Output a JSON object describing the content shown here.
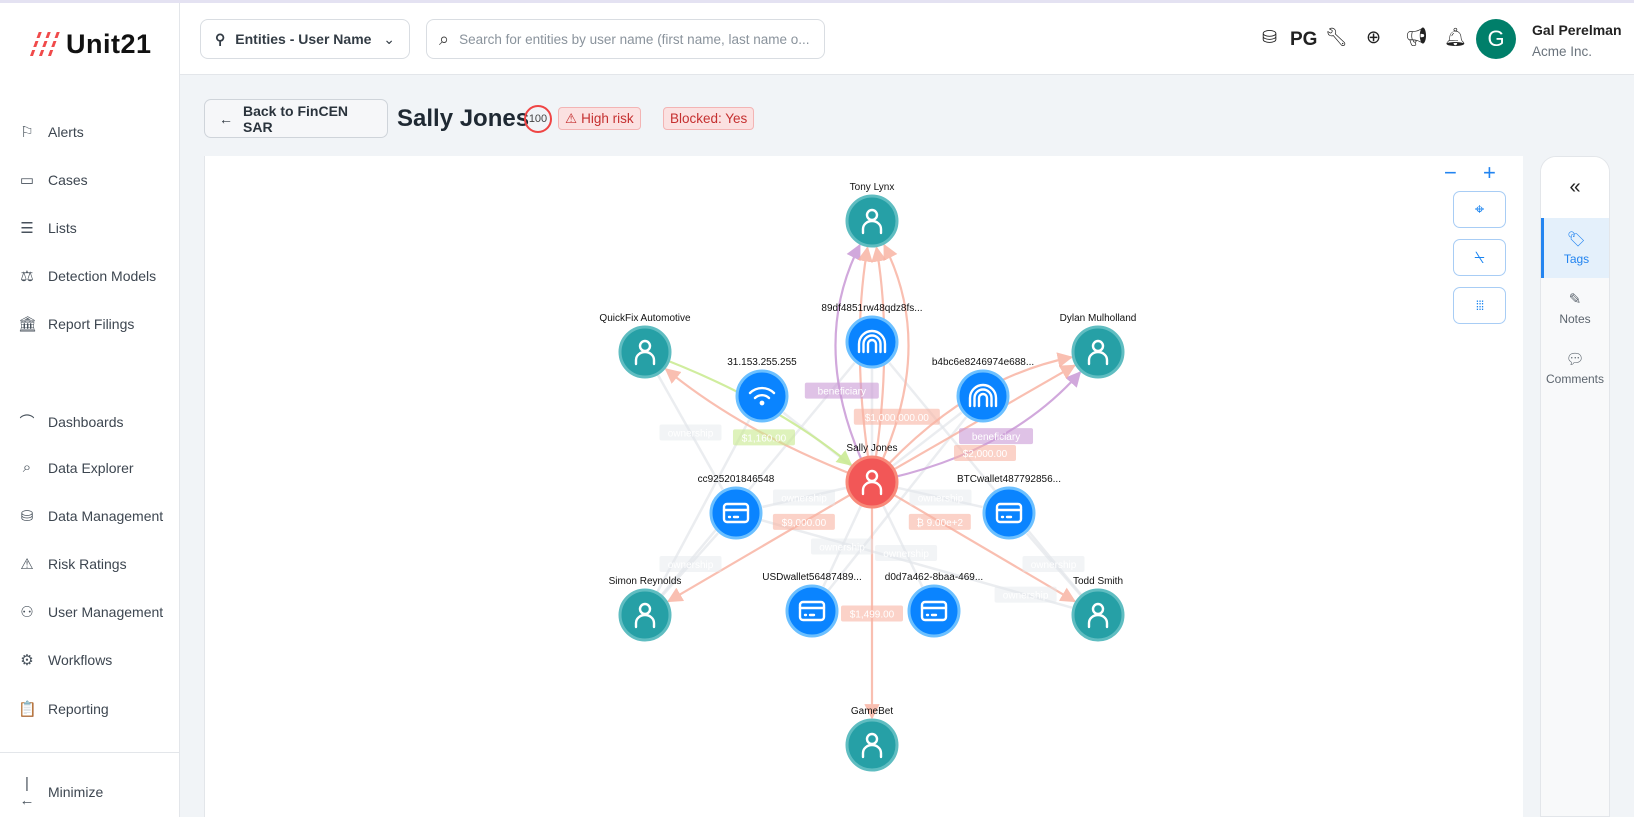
{
  "app": {
    "logo_text": "Unit21"
  },
  "sidebar": {
    "items": [
      {
        "label": "Alerts",
        "icon": "flag-icon"
      },
      {
        "label": "Cases",
        "icon": "briefcase-icon"
      },
      {
        "label": "Lists",
        "icon": "list-icon"
      },
      {
        "label": "Detection Models",
        "icon": "scale-icon"
      },
      {
        "label": "Report Filings",
        "icon": "bank-icon"
      },
      {
        "label": "Dashboards",
        "icon": "chart-line-icon"
      },
      {
        "label": "Data Explorer",
        "icon": "data-search-icon"
      },
      {
        "label": "Data Management",
        "icon": "database-edit-icon"
      },
      {
        "label": "Risk Ratings",
        "icon": "warning-icon"
      },
      {
        "label": "User Management",
        "icon": "users-icon"
      },
      {
        "label": "Workflows",
        "icon": "workflow-icon"
      },
      {
        "label": "Reporting",
        "icon": "report-icon"
      }
    ],
    "minimize": "Minimize"
  },
  "header": {
    "entity_select": "Entities - User Name",
    "search_placeholder": "Search for entities by user name (first name, last name o...",
    "tenant": "PG",
    "user_name": "Gal Perelman",
    "org": "Acme Inc.",
    "avatar_letter": "G"
  },
  "subheader": {
    "back": "Back to FinCEN SAR",
    "title": "Sally Jones",
    "risk_score": "100",
    "risk_badge": "High risk",
    "blocked_badge": "Blocked: Yes"
  },
  "graph_controls": {
    "zoom_out": "−",
    "zoom_in": "+"
  },
  "right_panel": {
    "collapse": "«",
    "tabs": [
      {
        "label": "Tags",
        "active": true
      },
      {
        "label": "Notes"
      },
      {
        "label": "Comments"
      }
    ]
  },
  "colors": {
    "user": "#26a0a6",
    "instrument": "#0a84ff",
    "focus": "#f25757",
    "money": "#f9b4a4",
    "beneficiary": "#c99ad6",
    "inbound": "#c8ea8e",
    "ownership": "#e3e6ea"
  },
  "graph": {
    "nodes": [
      {
        "id": "tony",
        "label": "Tony Lynx",
        "type": "user"
      },
      {
        "id": "quickfix",
        "label": "QuickFix Automotive",
        "type": "user"
      },
      {
        "id": "fp1",
        "label": "89df4851rw48qdz8fs...",
        "type": "fingerprint"
      },
      {
        "id": "dylan",
        "label": "Dylan Mulholland",
        "type": "user"
      },
      {
        "id": "ip",
        "label": "31.153.255.255",
        "type": "wifi"
      },
      {
        "id": "fp2",
        "label": "b4bc6e8246974e688...",
        "type": "fingerprint"
      },
      {
        "id": "sally",
        "label": "Sally Jones",
        "type": "focus"
      },
      {
        "id": "cc",
        "label": "cc925201846548",
        "type": "card"
      },
      {
        "id": "btc",
        "label": "BTCwallet487792856...",
        "type": "card"
      },
      {
        "id": "simon",
        "label": "Simon Reynolds",
        "type": "user"
      },
      {
        "id": "usd",
        "label": "USDwallet56487489...",
        "type": "card"
      },
      {
        "id": "d0d7",
        "label": "d0d7a462-8baa-469...",
        "type": "card"
      },
      {
        "id": "todd",
        "label": "Todd Smith",
        "type": "user"
      },
      {
        "id": "gamebet",
        "label": "GameBet",
        "type": "user"
      }
    ],
    "edges": [
      {
        "from": "sally",
        "to": "tony",
        "label": "beneficiary",
        "kind": "beneficiary"
      },
      {
        "from": "sally",
        "to": "tony",
        "label": "",
        "kind": "money"
      },
      {
        "from": "sally",
        "to": "tony",
        "label": "",
        "kind": "money"
      },
      {
        "from": "sally",
        "to": "tony",
        "label": "$1,000,000.00",
        "kind": "money"
      },
      {
        "from": "quickfix",
        "to": "sally",
        "label": "$1,160.00",
        "kind": "inbound"
      },
      {
        "from": "sally",
        "to": "quickfix",
        "label": "",
        "kind": "money"
      },
      {
        "from": "sally",
        "to": "dylan",
        "label": "beneficiary",
        "kind": "beneficiary"
      },
      {
        "from": "sally",
        "to": "dylan",
        "label": "$2,000.00",
        "kind": "money"
      },
      {
        "from": "sally",
        "to": "dylan",
        "label": "",
        "kind": "money"
      },
      {
        "from": "sally",
        "to": "simon",
        "label": "$9,000.00",
        "kind": "money"
      },
      {
        "from": "sally",
        "to": "todd",
        "label": "₿ 9.00e+2",
        "kind": "money"
      },
      {
        "from": "sally",
        "to": "gamebet",
        "label": "$1,499.00",
        "kind": "money"
      },
      {
        "from": "quickfix",
        "to": "cc",
        "label": "ownership",
        "kind": "ownership"
      },
      {
        "from": "sally",
        "to": "cc",
        "label": "ownership",
        "kind": "ownership"
      },
      {
        "from": "sally",
        "to": "btc",
        "label": "ownership",
        "kind": "ownership"
      },
      {
        "from": "simon",
        "to": "cc",
        "label": "ownership",
        "kind": "ownership"
      },
      {
        "from": "sally",
        "to": "usd",
        "label": "ownership",
        "kind": "ownership"
      },
      {
        "from": "sally",
        "to": "d0d7",
        "label": "ownership",
        "kind": "ownership"
      },
      {
        "from": "cc",
        "to": "todd",
        "label": "ownership",
        "kind": "ownership"
      },
      {
        "from": "todd",
        "to": "btc",
        "label": "ownership",
        "kind": "ownership"
      },
      {
        "from": "simon",
        "to": "ip",
        "label": "",
        "kind": "ownership"
      },
      {
        "from": "simon",
        "to": "fp1",
        "label": "",
        "kind": "ownership"
      },
      {
        "from": "todd",
        "to": "fp1",
        "label": "",
        "kind": "ownership"
      },
      {
        "from": "sally",
        "to": "fp1",
        "label": "",
        "kind": "ownership"
      },
      {
        "from": "sally",
        "to": "ip",
        "label": "",
        "kind": "ownership"
      },
      {
        "from": "sally",
        "to": "fp2",
        "label": "",
        "kind": "ownership"
      },
      {
        "from": "usd",
        "to": "fp2",
        "label": "",
        "kind": "ownership"
      }
    ]
  }
}
